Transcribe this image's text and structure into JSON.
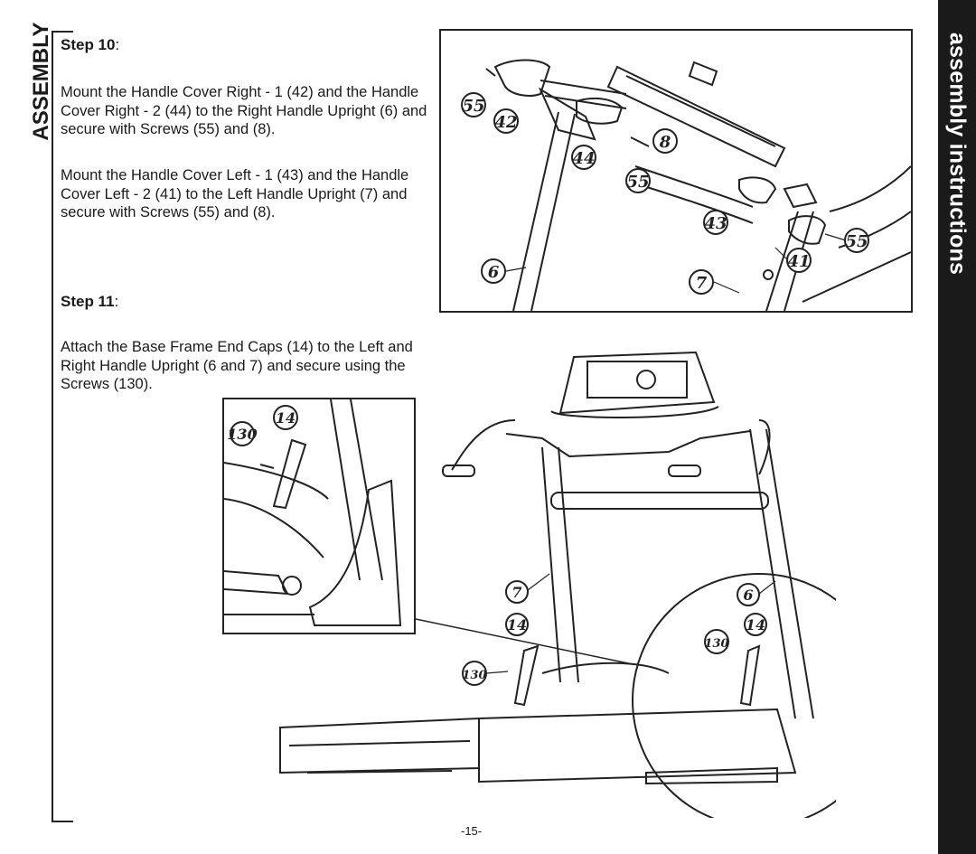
{
  "side_tab": {
    "label": "assembly instructions",
    "bg": "#1a1a1a"
  },
  "section_label": "ASSEMBLY",
  "step10": {
    "heading": "Step 10",
    "para1": "Mount the Handle Cover Right - 1 (42) and the Handle Cover Right - 2 (44) to the Right Handle Upright (6) and secure with Screws (55) and (8).",
    "para2": "Mount the Handle Cover Left - 1 (43) and the Handle Cover Left - 2 (41) to the Left Handle Upright (7) and secure with Screws (55) and (8)."
  },
  "step11": {
    "heading": "Step 11",
    "para1": "Attach the Base Frame End Caps (14) to the Left and Right Handle Upright (6 and 7) and secure using the Screws (130)."
  },
  "figure1_callouts": {
    "c55a": "55",
    "c42": "42",
    "c8": "8",
    "c44": "44",
    "c55b": "55",
    "c43": "43",
    "c55c": "55",
    "c41": "41",
    "c6": "6",
    "c7": "7"
  },
  "figure2_callouts": {
    "c130": "130",
    "c14": "14"
  },
  "figure3_callouts": {
    "c7": "7",
    "c6": "6",
    "c14a": "14",
    "c14b": "14",
    "c130a": "130",
    "c130b": "130"
  },
  "page_number": "-15-"
}
